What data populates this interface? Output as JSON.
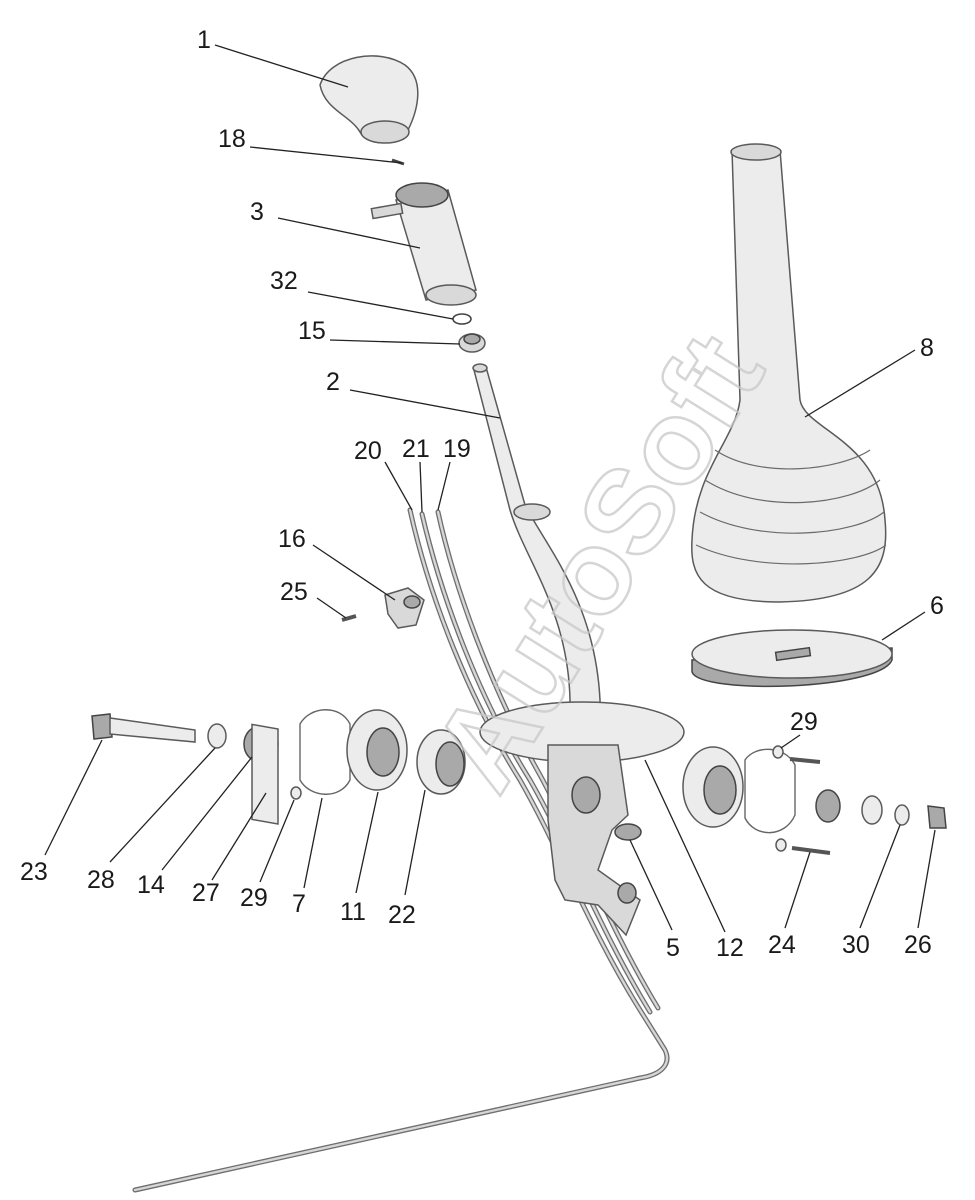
{
  "watermark": "AutoSoft",
  "callouts": [
    "1",
    "18",
    "3",
    "32",
    "15",
    "2",
    "20",
    "21",
    "19",
    "16",
    "25",
    "8",
    "6",
    "23",
    "28",
    "14",
    "27",
    "29",
    "7",
    "11",
    "22",
    "5",
    "12",
    "29",
    "24",
    "30",
    "26"
  ],
  "colors": {
    "part_fill": "#d9d9d9",
    "outline": "#5a5a5a",
    "leader": "#222222",
    "background": "#ffffff"
  }
}
